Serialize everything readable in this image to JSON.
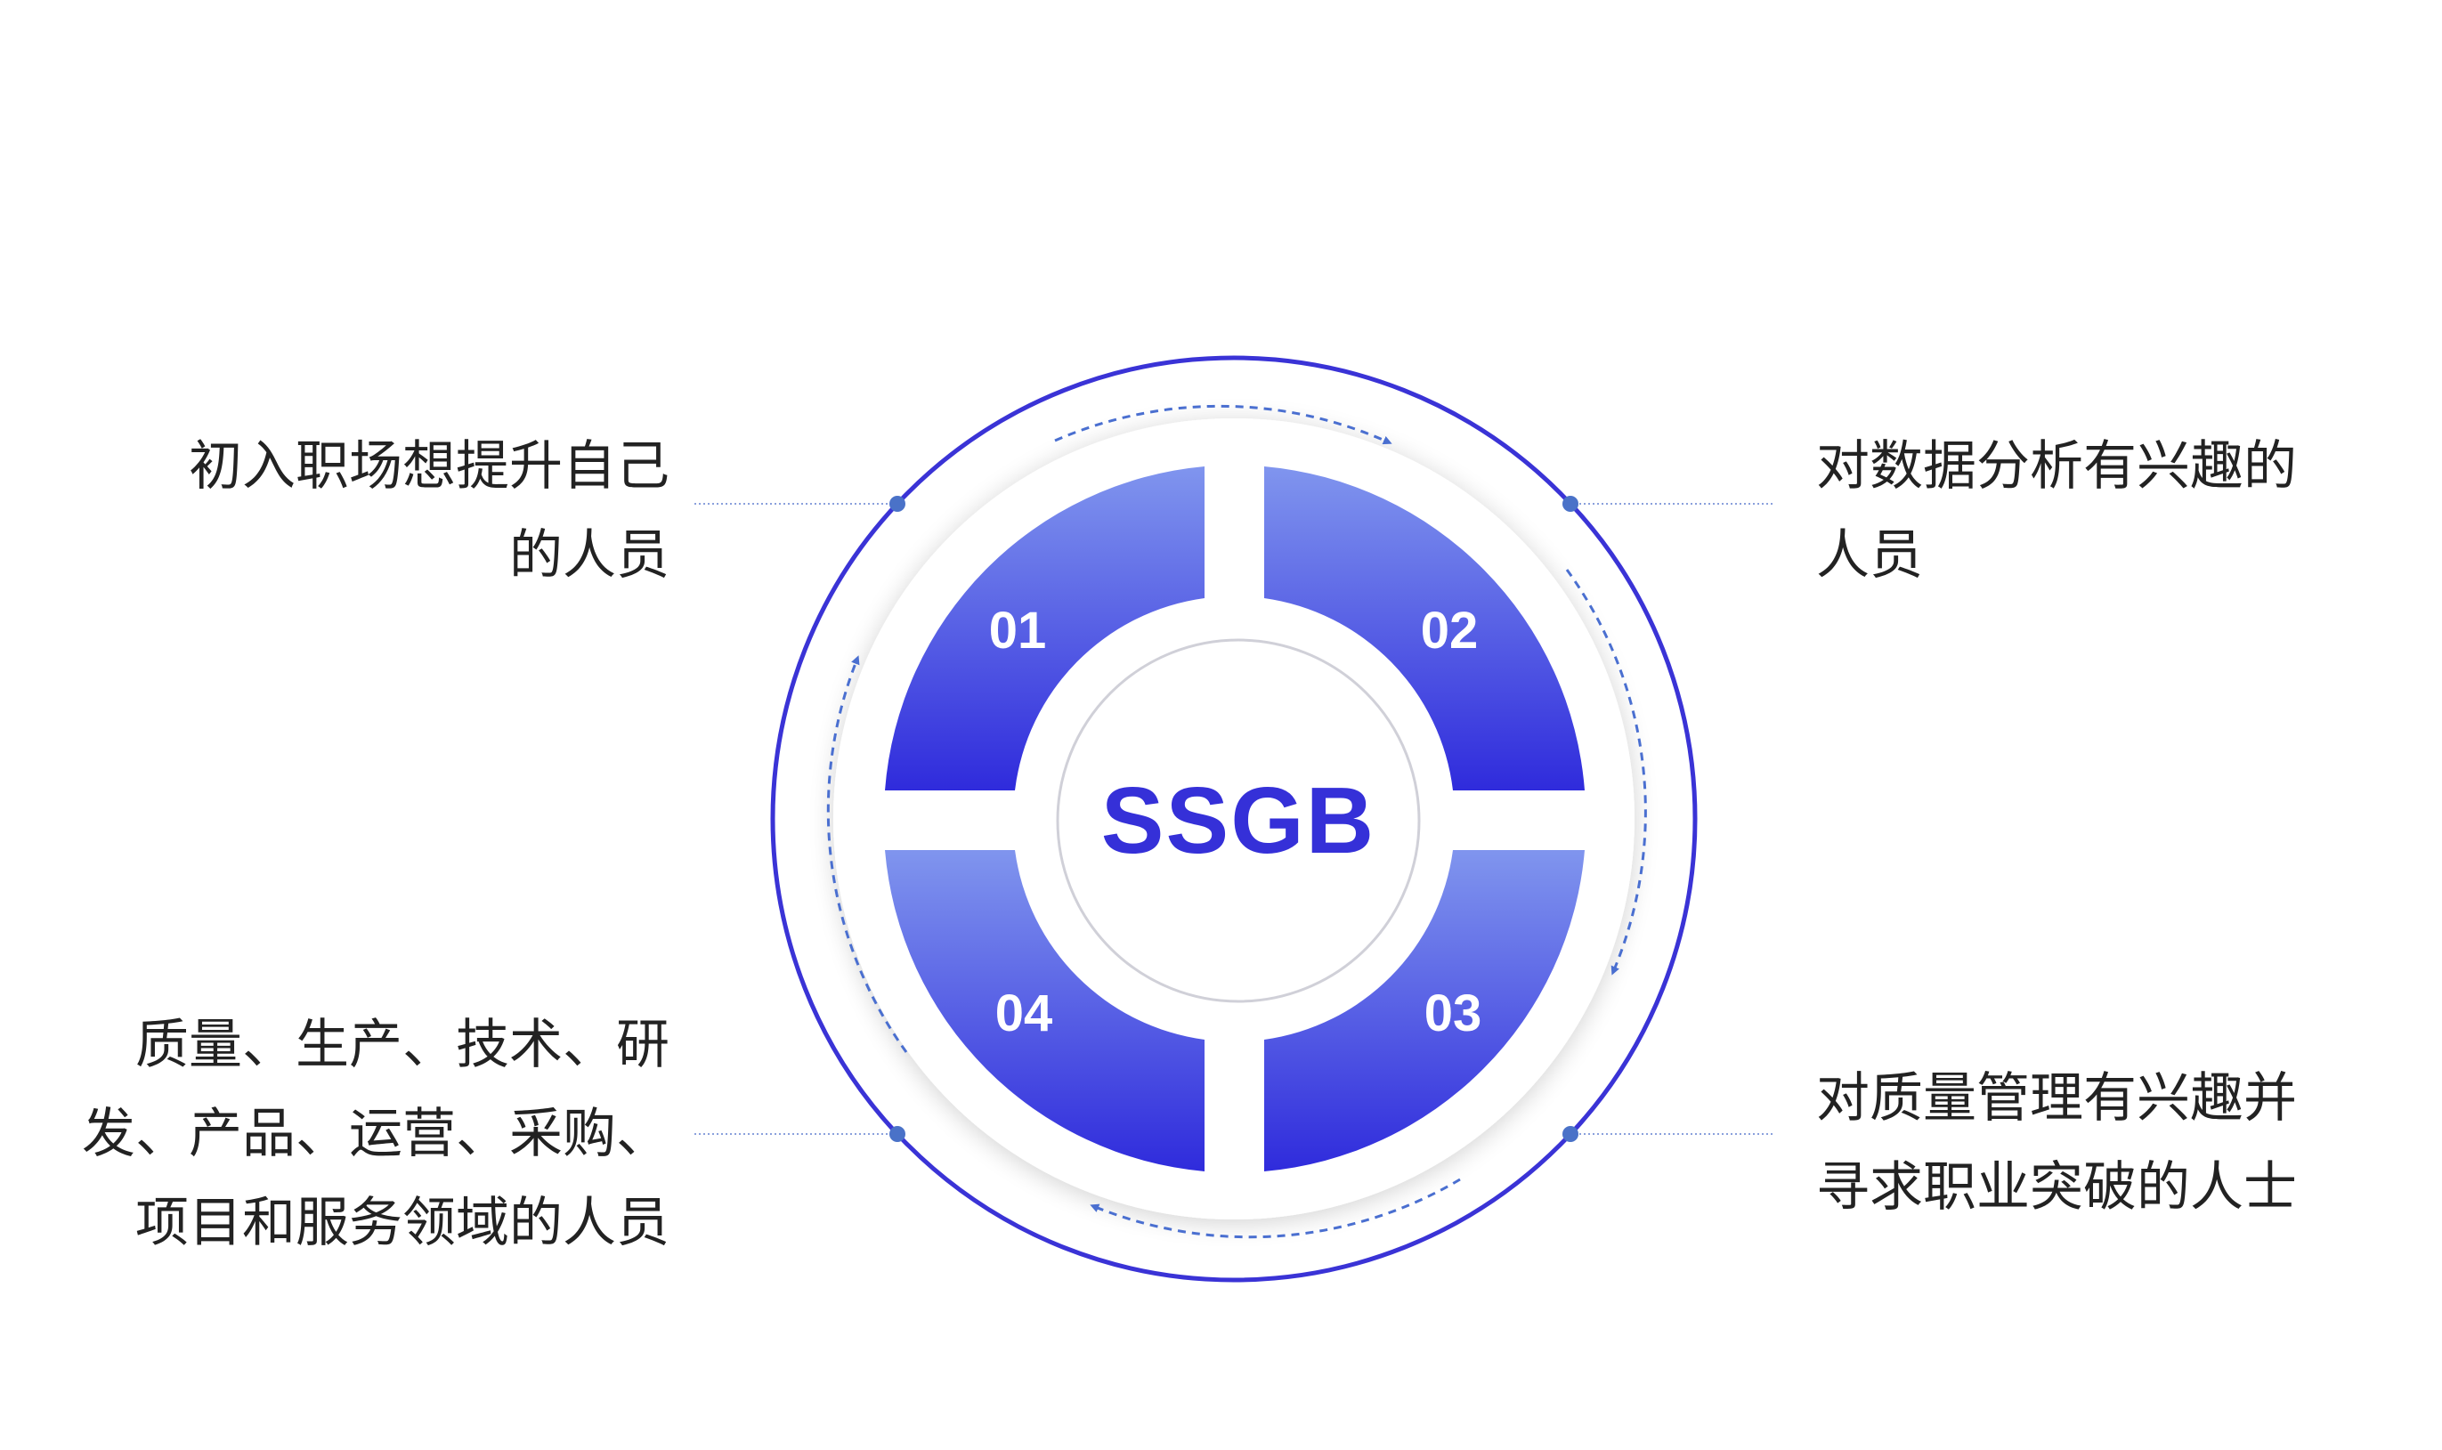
{
  "diagram": {
    "center_label": "SSGB",
    "segments": [
      {
        "number": "01"
      },
      {
        "number": "02"
      },
      {
        "number": "03"
      },
      {
        "number": "04"
      }
    ],
    "audiences": [
      {
        "lines": [
          "初入职场想提升自己",
          "的人员"
        ]
      },
      {
        "lines": [
          "对数据分析有兴趣的",
          "人员"
        ]
      },
      {
        "lines": [
          "对质量管理有兴趣并",
          "寻求职业突破的人士"
        ]
      },
      {
        "lines": [
          "质量、生产、技术、研",
          "发、产品、运营、采购、",
          "项目和服务领域的人员"
        ]
      }
    ]
  },
  "colors": {
    "ring": "#3a33d6",
    "segment_top": "#8095ee",
    "segment_bottom": "#2f2bdc",
    "center_text": "#3530d8",
    "arrow": "#4a6fd0",
    "leader_line": "#8aa0dc",
    "dot": "#4a72c8",
    "inner_circle": "#d0d0d8"
  }
}
